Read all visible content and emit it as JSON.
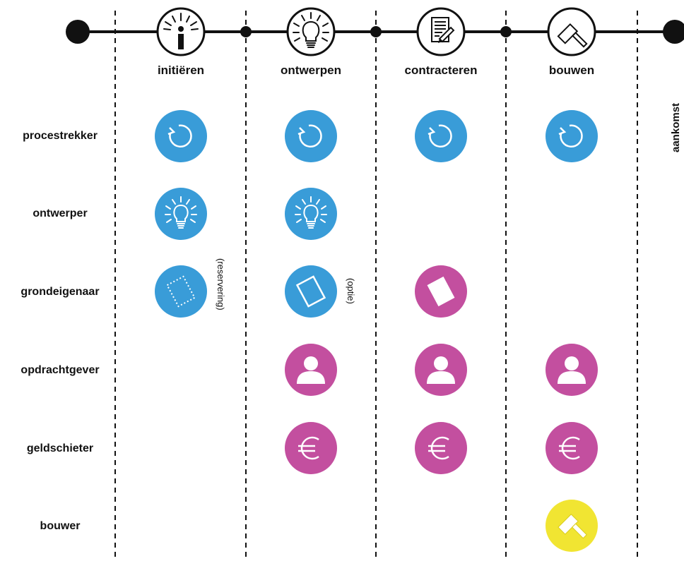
{
  "phases": [
    {
      "id": "initieren",
      "label": "initiëren",
      "icon": "info-icon"
    },
    {
      "id": "ontwerpen",
      "label": "ontwerpen",
      "icon": "lightbulb-icon"
    },
    {
      "id": "contracteren",
      "label": "contracteren",
      "icon": "contract-icon"
    },
    {
      "id": "bouwen",
      "label": "bouwen",
      "icon": "hammer-icon"
    }
  ],
  "arrival": {
    "label": "aankomst"
  },
  "roles": [
    {
      "id": "procestrekker",
      "label": "procestrekker"
    },
    {
      "id": "ontwerper",
      "label": "ontwerper"
    },
    {
      "id": "grondeigenaar",
      "label": "grondeigenaar"
    },
    {
      "id": "opdrachtgever",
      "label": "opdrachtgever"
    },
    {
      "id": "geldschieter",
      "label": "geldschieter"
    },
    {
      "id": "bouwer",
      "label": "bouwer"
    }
  ],
  "notes": {
    "reservering": "(reservering)",
    "optie": "(optie)"
  },
  "colors": {
    "blue": "#399cd8",
    "magenta": "#c34f9f",
    "yellow": "#f1e532",
    "line": "#111111"
  },
  "matrix_icons": {
    "procestrekker": "refresh-icon",
    "ontwerper": "lightbulb-icon",
    "grondeigenaar": "document-icon",
    "opdrachtgever": "person-icon",
    "geldschieter": "euro-icon",
    "bouwer": "hammer-icon"
  }
}
